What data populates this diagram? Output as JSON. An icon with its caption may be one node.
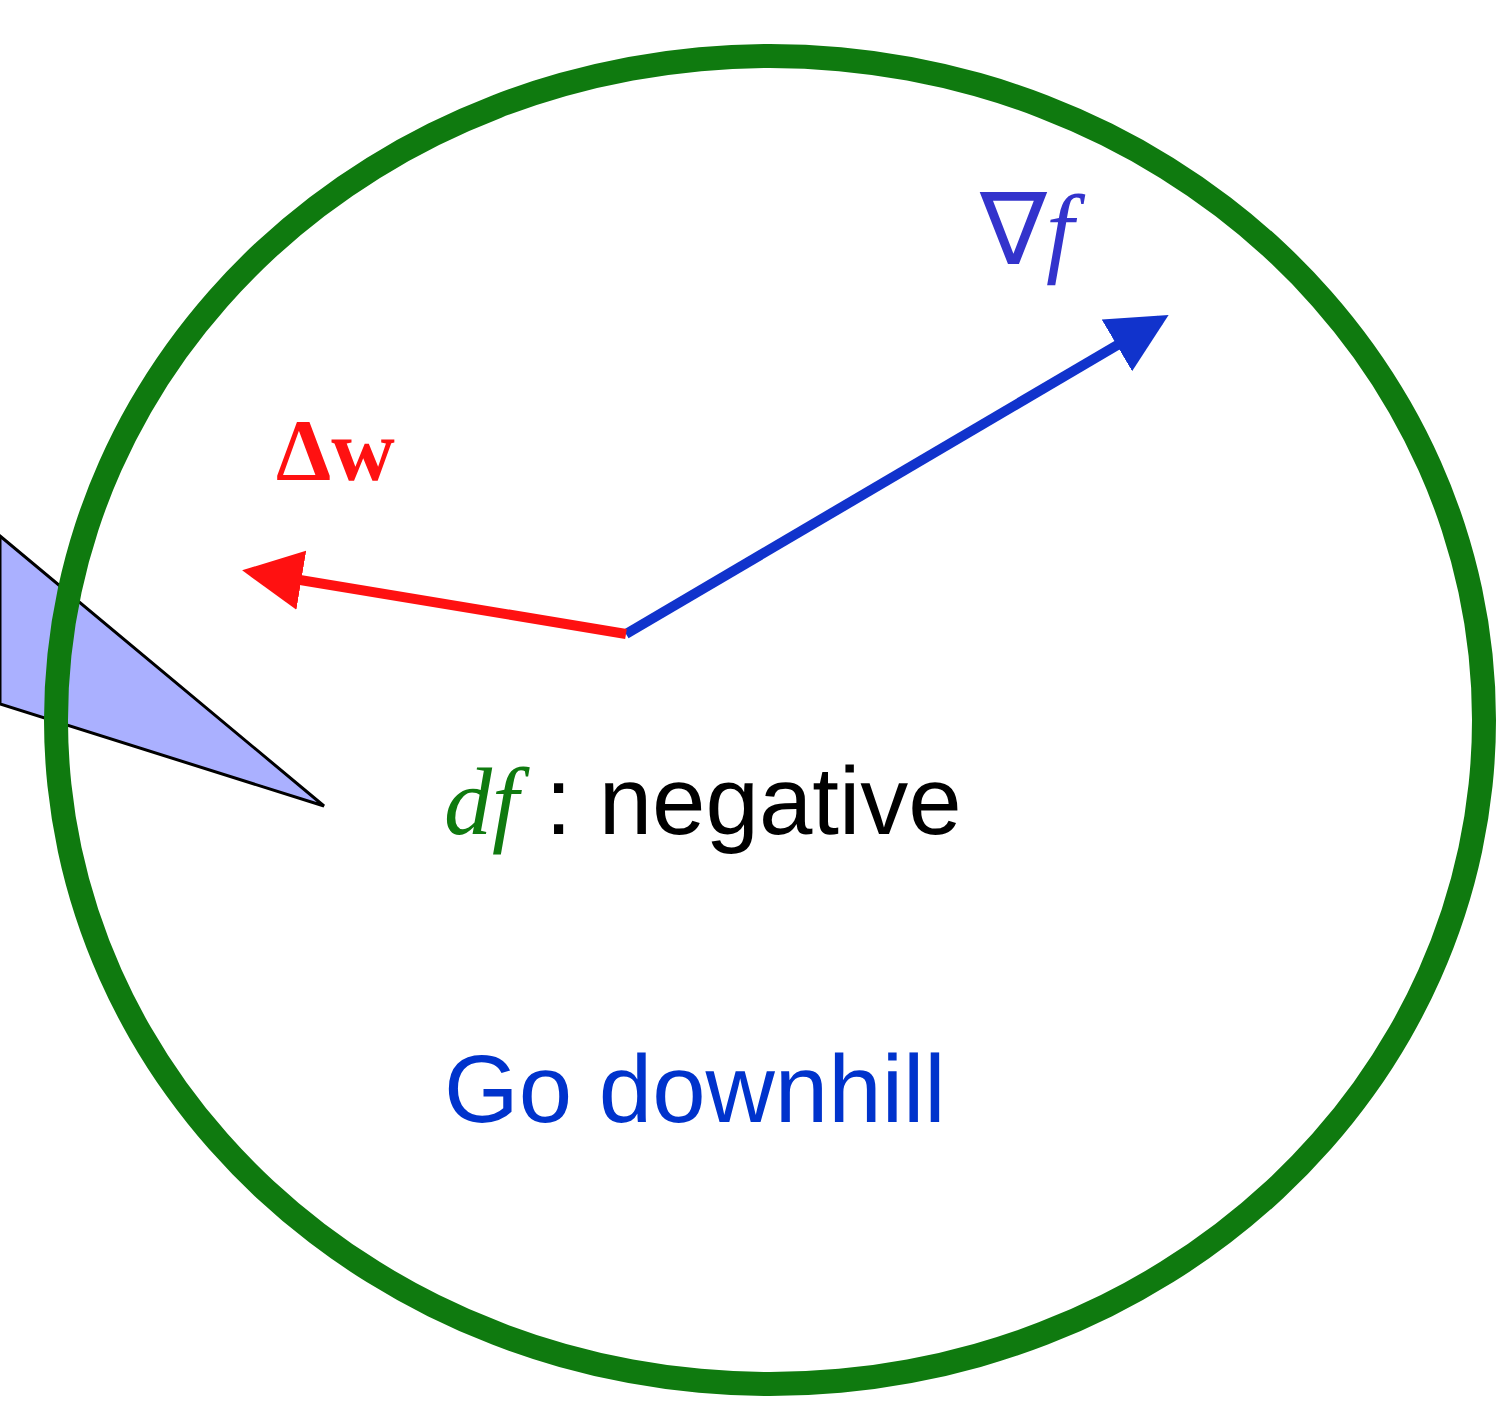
{
  "diagram": {
    "nodes": [
      {
        "text": [
          "*df* : negative",
          "Go downhill"
        ]
      },
      {
        "text": [],
        "shape": "triangle"
      }
    ],
    "labels": [
      "∇*f*",
      "Δw"
    ]
  }
}
